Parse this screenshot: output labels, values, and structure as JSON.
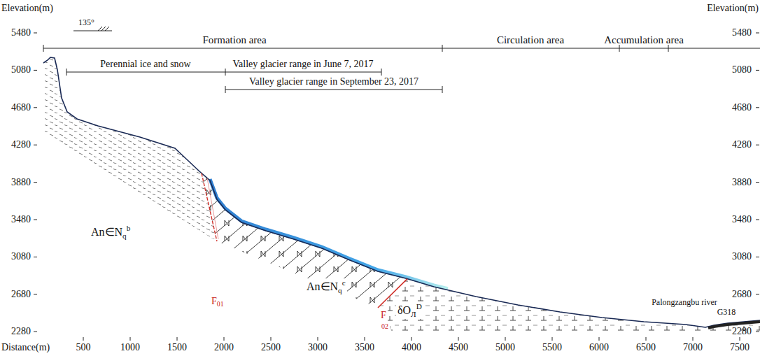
{
  "diagram": {
    "labels": [
      "Elevation(m)",
      "Elevation(m)",
      "135°",
      "Formation area",
      "Circulation area",
      "Accumulation area",
      "5480",
      "5080",
      "4680",
      "4280",
      "3880",
      "3480",
      "3080",
      "2680",
      "2280",
      "5480",
      "5080",
      "4680",
      "4280",
      "3880",
      "3480",
      "3080",
      "2680",
      "2280",
      "Perennial ice and snow",
      "Valley glacier range in June 7, 2017",
      "Valley glacier range in September 23, 2017",
      "An∈N",
      "q",
      "b",
      "F",
      "01",
      "An∈N",
      "q",
      "c",
      "F",
      "02",
      "δO",
      "Л",
      "D",
      "Palongzangbu river",
      "G318",
      "Distance(m)",
      "500",
      "1000",
      "1500",
      "2000",
      "2500",
      "3000",
      "3500",
      "4000",
      "4500",
      "5000",
      "5500",
      "6000",
      "6500",
      "7000",
      "7500"
    ]
  }
}
